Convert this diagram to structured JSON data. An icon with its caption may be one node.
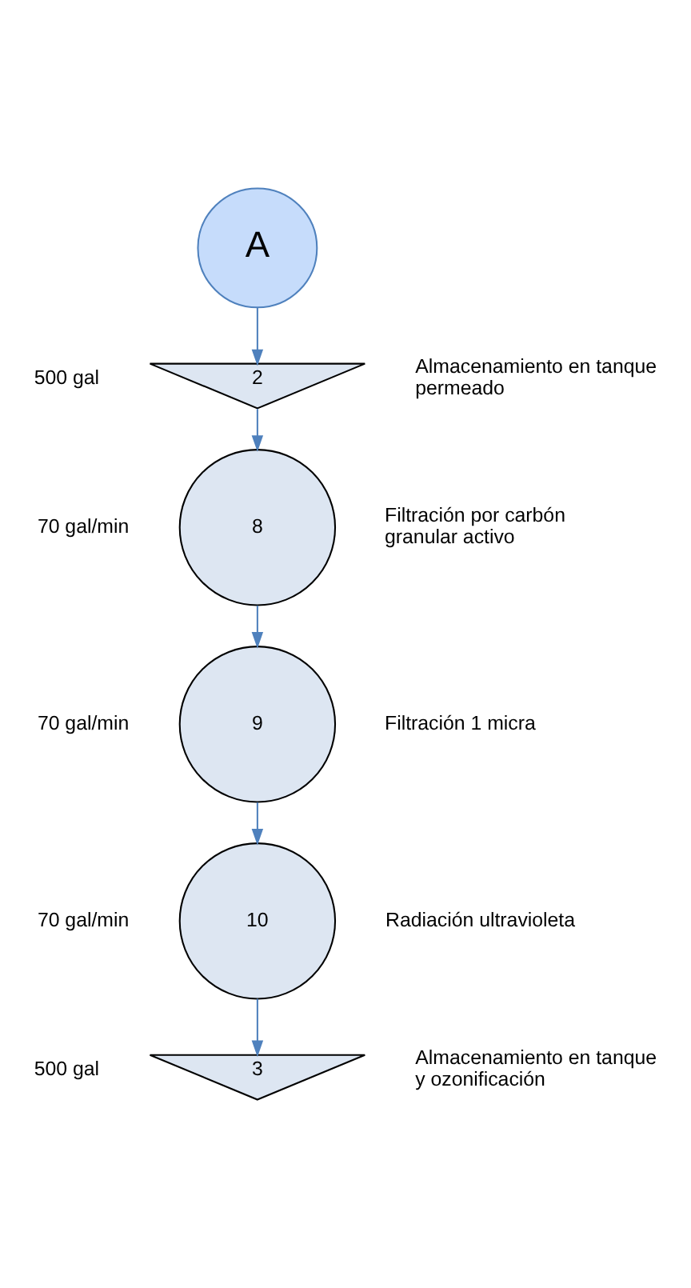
{
  "diagram": {
    "nodes": [
      {
        "text": [
          "A"
        ]
      },
      {
        "text": [
          "2"
        ],
        "beside": [
          "500 gal",
          "Almacenamiento en tanque permeado"
        ]
      },
      {
        "text": [
          "8"
        ],
        "beside": [
          "70 gal/min",
          "Filtración por carbón granular activo"
        ]
      },
      {
        "text": [
          "9"
        ],
        "beside": [
          "70 gal/min",
          "Filtración 1 micra"
        ]
      },
      {
        "text": [
          "10"
        ],
        "beside": [
          "70 gal/min",
          "Radiación ultravioleta"
        ]
      },
      {
        "text": [
          "3"
        ],
        "beside": [
          "500 gal",
          "Almacenamiento en tanque y ozonificación"
        ]
      }
    ],
    "edges": [
      {
        "from": 0,
        "to": 1,
        "arrow": "to"
      },
      {
        "from": 1,
        "to": 2,
        "arrow": "to"
      },
      {
        "from": 2,
        "to": 3,
        "arrow": "to"
      },
      {
        "from": 3,
        "to": 4,
        "arrow": "to"
      },
      {
        "from": 4,
        "to": 5,
        "arrow": "to"
      }
    ]
  }
}
